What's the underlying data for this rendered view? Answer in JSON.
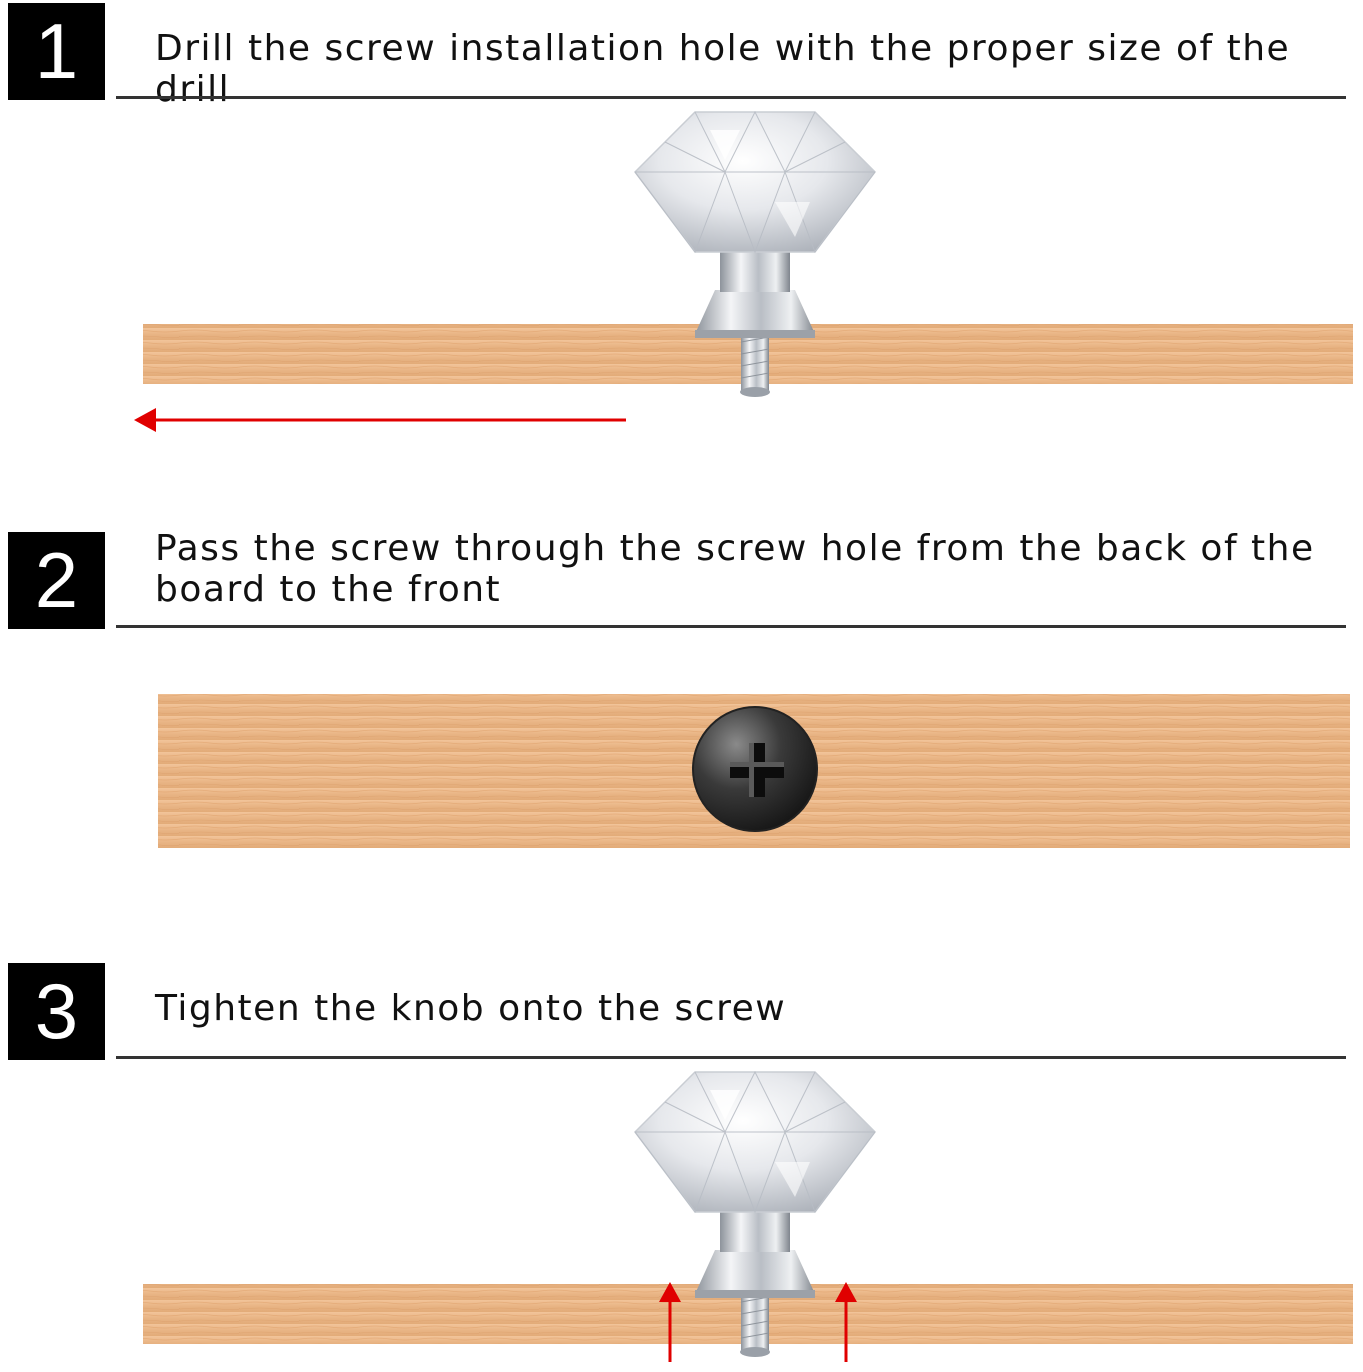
{
  "steps": [
    {
      "number": "1",
      "text": "Drill the screw installation hole with the proper size of the drill"
    },
    {
      "number": "2",
      "text": "Pass the screw through the screw hole from the back of the board to the front"
    },
    {
      "number": "3",
      "text": "Tighten the knob onto the screw"
    }
  ],
  "colors": {
    "wood": "#eab78a",
    "wood_dark": "#d99a66",
    "arrow": "#e00000",
    "badge": "#000000",
    "rule": "#333333"
  },
  "icons": {
    "knob": "crystal-knob-icon",
    "screw_head": "phillips-screw-head-icon",
    "arrow_left": "arrow-left-icon",
    "arrow_up": "arrow-up-icon"
  }
}
